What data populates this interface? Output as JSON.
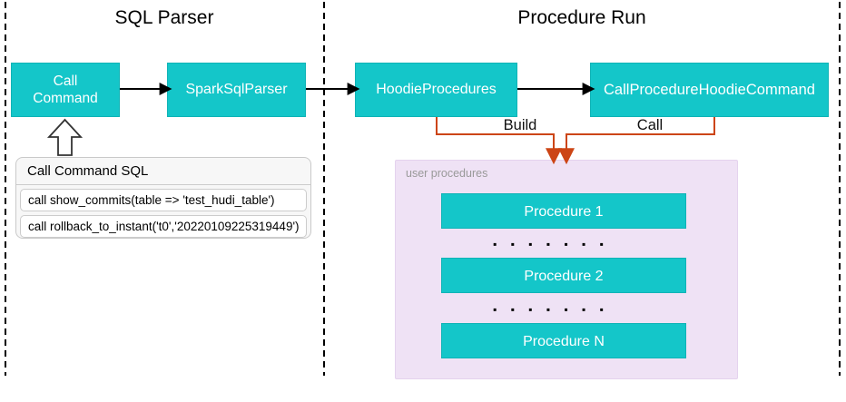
{
  "sections": {
    "left": {
      "title": "SQL Parser"
    },
    "right": {
      "title": "Procedure Run"
    }
  },
  "nodes": {
    "call_command": {
      "label": "Call Command"
    },
    "spark_sql_parser": {
      "label": "SparkSqlParser"
    },
    "hoodie_procedures": {
      "label": "HoodieProcedures"
    },
    "call_procedure_hoodie_command": {
      "label": "CallProcedureHoodieCommand"
    }
  },
  "connectors": {
    "build_label": "Build",
    "call_label": "Call"
  },
  "user_procedures": {
    "label": "user procedures",
    "items": [
      {
        "label": "Procedure 1"
      },
      {
        "label": "Procedure 2"
      },
      {
        "label": "Procedure N"
      }
    ],
    "dots": "▪ ▪ ▪ ▪ ▪ ▪ ▪"
  },
  "sql_card": {
    "title": "Call Command SQL",
    "rows": [
      {
        "text": "call show_commits(table => 'test_hudi_table')"
      },
      {
        "text": "call rollback_to_instant('t0','20220109225319449')"
      }
    ]
  },
  "colors": {
    "teal": "#14c6c9",
    "pink": "#efe2f5",
    "orange": "#cc4515",
    "label_gray": "#999999"
  }
}
